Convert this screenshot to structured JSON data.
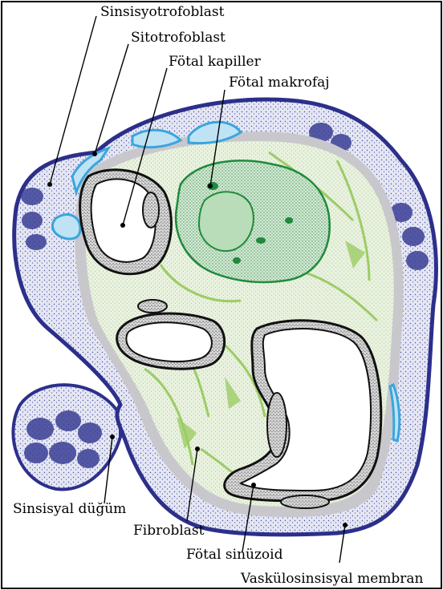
{
  "labels": {
    "sinsisyotrofoblast": "Sinsisyotrofoblast",
    "sitotrofoblast": "Sitotrofoblast",
    "fotal_kapiller": "Fötal kapiller",
    "fotal_makrofaj": "Fötal makrofaj",
    "sinsisyal_dugum": "Sinsisyal düğüm",
    "fibroblast": "Fibroblast",
    "fotal_sinuzoid": "Fötal sinüzoid",
    "vaskulosinsisyal_membran": "Vaskülosinsisyal membran"
  },
  "colors": {
    "syncytium_fill": "#dfe1f2",
    "syncytium_edge": "#2c2f8a",
    "stroma_fill": "#e6f0dc",
    "basement_gray": "#c8c8cc",
    "cytotrophoblast_blue": "#39a6dc",
    "macrophage_green": "#1f8a3c",
    "fibroblast_green": "#9ccc65",
    "capillary_edge": "#111111"
  }
}
